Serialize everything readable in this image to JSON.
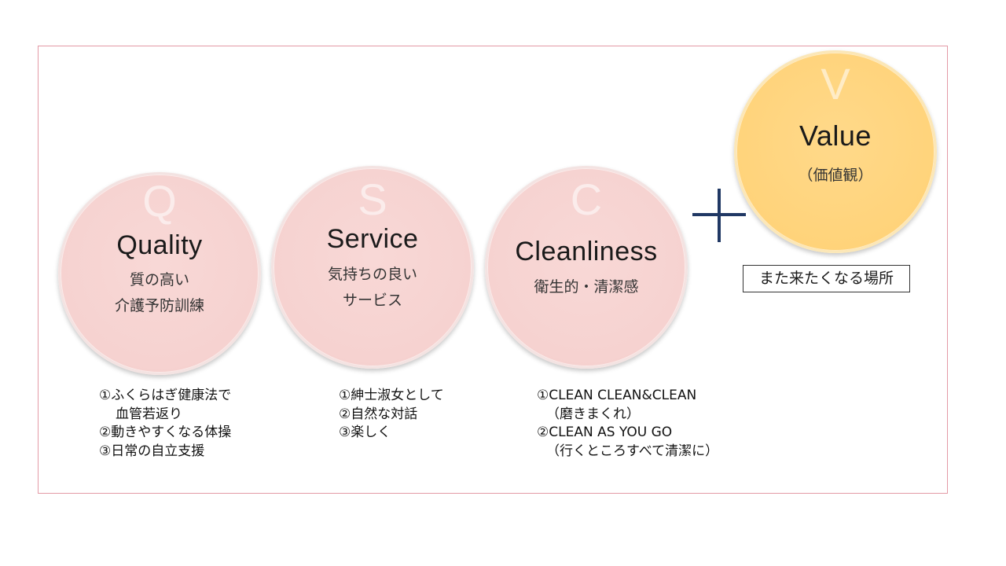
{
  "pillars": [
    {
      "letter": "Q",
      "title": "Quality",
      "sub": [
        "質の高い",
        "介護予防訓練"
      ],
      "list": [
        "①ふくらはぎ健康法で",
        "血管若返り",
        "②動きやすくなる体操",
        "③日常の自立支援"
      ]
    },
    {
      "letter": "S",
      "title": "Service",
      "sub": [
        "気持ちの良い",
        "サービス"
      ],
      "list": [
        "①紳士淑女として",
        "②自然な対話",
        "③楽しく"
      ]
    },
    {
      "letter": "C",
      "title": "Cleanliness",
      "sub": [
        "衛生的・清潔感"
      ],
      "list": [
        "①CLEAN CLEAN&CLEAN",
        "（磨きまくれ）",
        "②CLEAN AS YOU GO",
        "（行くところすべて清潔に）"
      ]
    }
  ],
  "value": {
    "letter": "V",
    "title": "Value",
    "sub": "（価値観）",
    "caption": "また来たくなる場所"
  },
  "colors": {
    "pink_circle": "#f6d2d0",
    "gold_circle": "#ffd37a",
    "frame": "#e39aa6",
    "plus": "#203864"
  }
}
